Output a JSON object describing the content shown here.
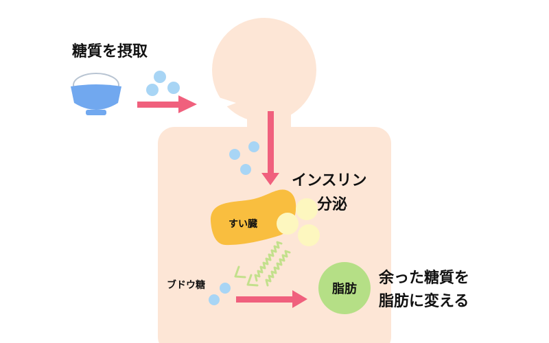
{
  "labels": {
    "intake": "糖質を摂取",
    "insulin_line1": "インスリン",
    "insulin_line2": "分泌",
    "pancreas": "すい臓",
    "glucose": "ブドウ糖",
    "fat": "脂肪",
    "excess_line1": "余った糖質を",
    "excess_line2": "脂肪に変える"
  },
  "colors": {
    "body": "#fde6d6",
    "arrow": "#f0607d",
    "glucose_dot": "#a8d5f5",
    "insulin_dot": "#fdf7bf",
    "pancreas": "#f9be3f",
    "fat_circle": "#b5df86",
    "rice": "#ffffff",
    "bowl": "#71a8ef",
    "signal_arrow": "#c3e08c"
  },
  "icons": {
    "rice_bowl": "rice-bowl-icon"
  }
}
